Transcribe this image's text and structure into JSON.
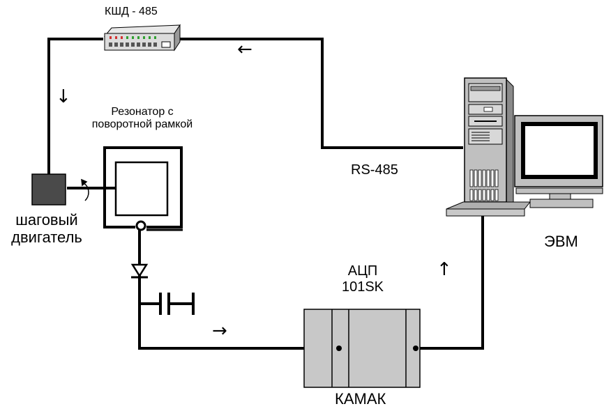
{
  "labels": {
    "kshd": "КШД - 485",
    "resonator_line1": "Резонатор с",
    "resonator_line2": "поворотной рамкой",
    "motor_line1": "шаговый",
    "motor_line2": "двигатель",
    "rs485": "RS-485",
    "evm": "ЭВМ",
    "adc_line1": "АЦП",
    "adc_line2": "101SK",
    "kamak": "КАМАК"
  },
  "arrows": {
    "left": "←",
    "down": "↓",
    "right": "→",
    "up": "↑"
  },
  "colors": {
    "line": "#000000",
    "motor_fill": "#4a4a4a",
    "camac_fill": "#c8c8c8",
    "pc_fill": "#c0c0c0",
    "hub_fill": "#dcdcdc",
    "led_red": "#d23030",
    "led_green": "#30a030"
  }
}
